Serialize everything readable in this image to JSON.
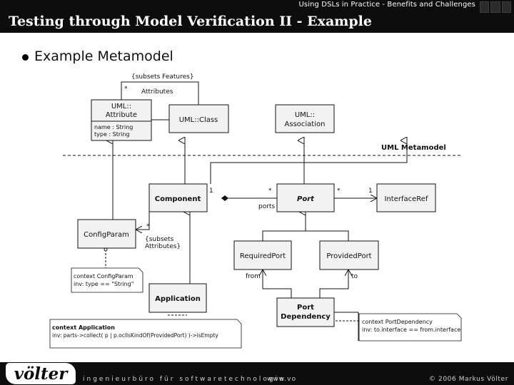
{
  "header": {
    "subtitle": "Using DSLs in Practice - Benefits and Challenges",
    "title": "Testing through Model Verification II - Example"
  },
  "content": {
    "bullet": "Example Metamodel"
  },
  "diagram": {
    "classes": {
      "uml_attribute": {
        "name1": "UML::",
        "name2": "Attribute",
        "attr1": "name : String",
        "attr2": "type : String"
      },
      "uml_class": {
        "name": "UML::Class"
      },
      "uml_association": {
        "name1": "UML::",
        "name2": "Association"
      },
      "component": {
        "name": "Component"
      },
      "port": {
        "name": "Port"
      },
      "interface_ref": {
        "name": "InterfaceRef"
      },
      "config_param": {
        "name": "ConfigParam"
      },
      "required_port": {
        "name": "RequiredPort"
      },
      "provided_port": {
        "name": "ProvidedPort"
      },
      "application": {
        "name": "Application"
      },
      "port_dependency": {
        "name1": "Port",
        "name2": "Dependency"
      }
    },
    "labels": {
      "subsets_features": "{subsets Features}",
      "star_attributes": "*",
      "attributes": "Attributes",
      "metamodel_boundary": "UML Metamodel",
      "comp_port_one": "1",
      "comp_port_star": "*",
      "ports": "ports",
      "port_if_star": "*",
      "port_if_one": "1",
      "config_star": "*",
      "subsets_attributes1": "{subsets",
      "subsets_attributes2": "Attributes}",
      "from": "from",
      "to": "to"
    },
    "constraints": {
      "config_param_1": "context ConfigParam",
      "config_param_2": "inv: type == \"String\"",
      "application_1": "context Application",
      "application_2": "inv: parts->collect( p | p.oclIsKindOf(ProvidedPort) )->isEmpty",
      "port_dependency_1": "context PortDependency",
      "port_dependency_2": "inv: to.interface == from.interface"
    }
  },
  "footer": {
    "logo": "völter",
    "tagline": "ingenieurbüro für softwaretechnologie",
    "url": "www.vo",
    "copyright": "© 2006 Markus Völter"
  }
}
